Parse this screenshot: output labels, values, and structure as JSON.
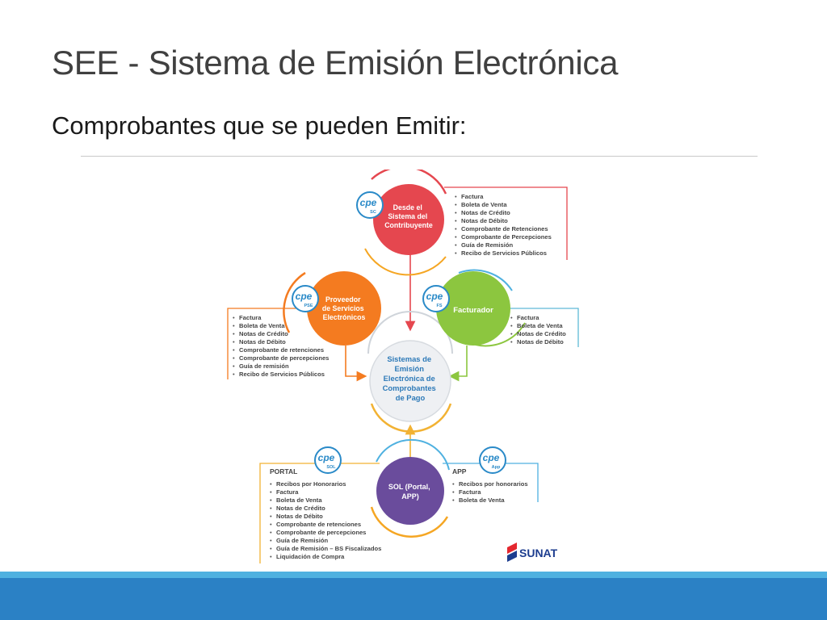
{
  "slide": {
    "title": "SEE - Sistema de Emisión Electrónica",
    "subtitle": "Comprobantes que se pueden Emitir:"
  },
  "diagram": {
    "center": {
      "lines": [
        "Sistemas de",
        "Emisión",
        "Electrónica de",
        "Comprobantes",
        "de Pago"
      ]
    },
    "nodes": {
      "sc": {
        "badge": "cpe",
        "badge_sub": "SC",
        "color": "#e5474f",
        "lines": [
          "Desde el",
          "Sistema del",
          "Contribuyente"
        ],
        "items": [
          "Factura",
          "Boleta de Venta",
          "Notas de Crédito",
          "Notas de Débito",
          "Comprobante de Retenciones",
          "Comprobante de Percepciones",
          "Guía de Remisión",
          "Recibo de Servicios Públicos"
        ]
      },
      "pse": {
        "badge": "cpe",
        "badge_sub": "PSE",
        "color": "#f47b20",
        "lines": [
          "Proveedor",
          "de Servicios",
          "Electrónicos"
        ],
        "items": [
          "Factura",
          "Boleta de Venta",
          "Notas  de Crédito",
          "Notas de Débito",
          "Comprobante de retenciones",
          "Comprobante de percepciones",
          "Guía de remisión",
          "Recibo de Servicios Públicos"
        ]
      },
      "fs": {
        "badge": "cpe",
        "badge_sub": "FS",
        "color": "#8cc63f",
        "lines": [
          "Facturador"
        ],
        "items": [
          "Factura",
          "Boleta de Venta",
          "Notas de Crédito",
          "Notas de Débito"
        ]
      },
      "sol": {
        "color": "#6a4c9c",
        "lines": [
          "SOL (Portal,",
          "APP)"
        ],
        "portal": {
          "badge": "cpe",
          "badge_sub": "SOL",
          "label": "PORTAL",
          "items": [
            "Recibos por Honorarios",
            "Factura",
            "Boleta de Venta",
            "Notas de Crédito",
            "Notas de Débito",
            "Comprobante de retenciones",
            "Comprobante de percepciones",
            "Guía de Remisión",
            "Guía de Remisión – BS Fiscalizados",
            "Liquidación de Compra"
          ]
        },
        "app": {
          "badge": "cpe",
          "badge_sub": "App",
          "label": "APP",
          "items": [
            "Recibos por honorarios",
            "Factura",
            "Boleta de Venta"
          ]
        }
      }
    },
    "logo": {
      "text": "SUNAT",
      "colors": {
        "red": "#e4272f",
        "blue": "#1d3d8f"
      }
    }
  },
  "colors": {
    "footer_light": "#4fb1e0",
    "footer_dark": "#2b81c5",
    "badge_blue": "#2a8ac8",
    "center_text": "#2e7ab8"
  }
}
